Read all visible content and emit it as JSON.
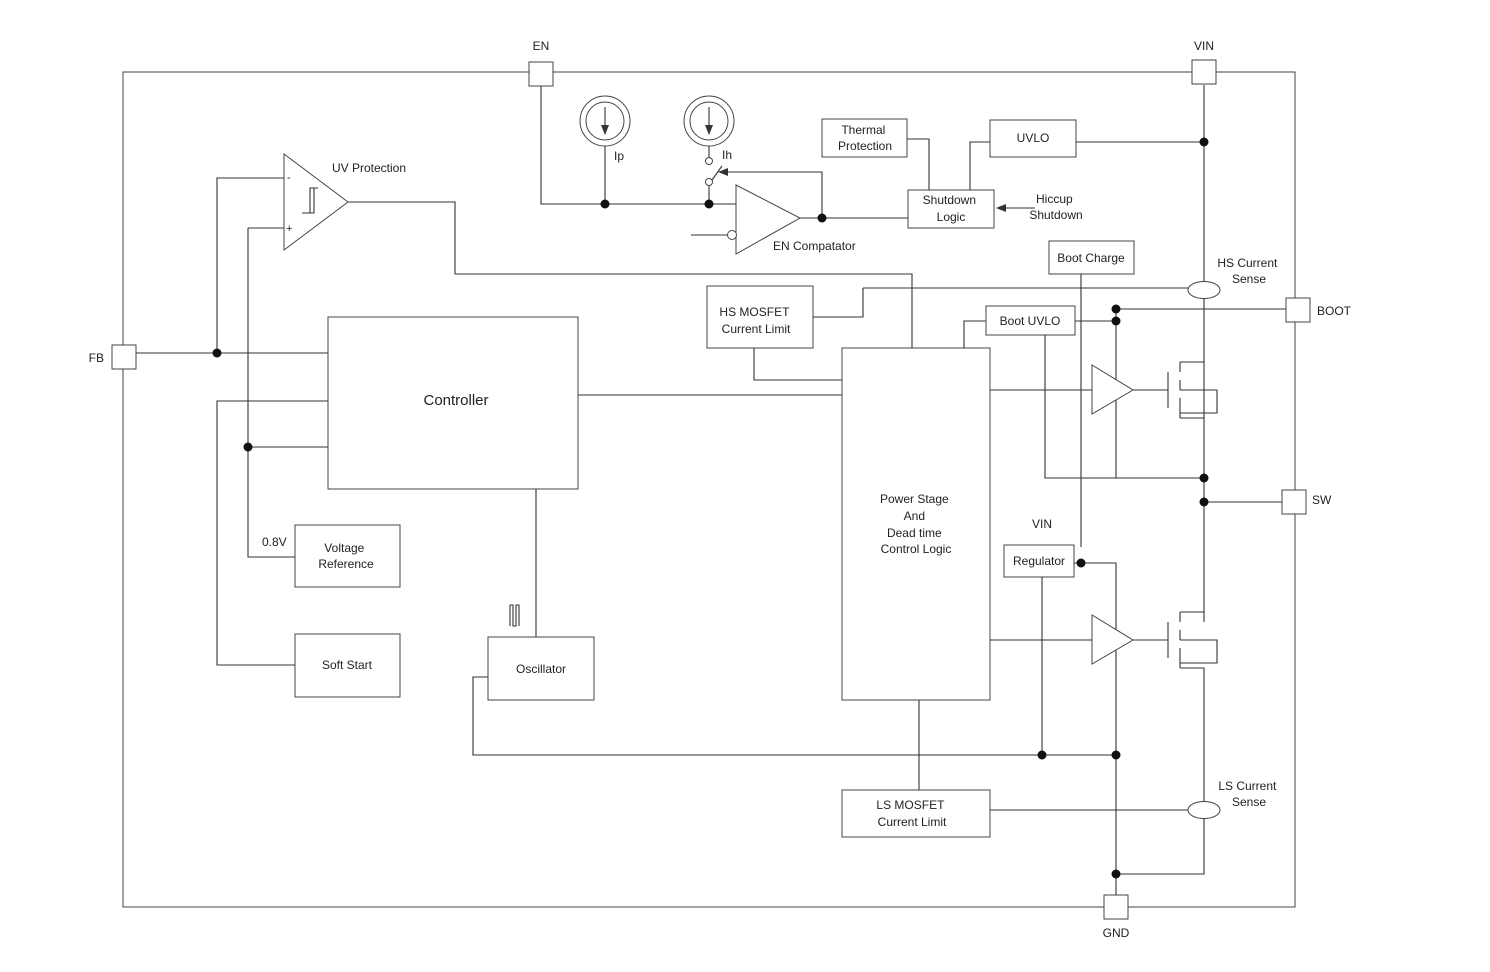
{
  "pins": {
    "en": "EN",
    "vin": "VIN",
    "fb": "FB",
    "boot": "BOOT",
    "sw": "SW",
    "gnd": "GND"
  },
  "blocks": {
    "controller": "Controller",
    "thermal_protection": [
      "Thermal",
      "Protection"
    ],
    "uvlo": "UVLO",
    "shutdown_logic": [
      "Shutdown",
      "Logic"
    ],
    "boot_charge": "Boot Charge",
    "boot_uvlo": "Boot UVLO",
    "hs_mosfet_current_limit": [
      "HS MOSFET",
      "Current Limit"
    ],
    "power_stage": [
      "Power Stage",
      "And",
      "Dead time",
      "Control Logic"
    ],
    "regulator": "Regulator",
    "voltage_reference": [
      "Voltage",
      "Reference"
    ],
    "soft_start": "Soft Start",
    "oscillator": "Oscillator",
    "ls_mosfet_current_limit": [
      "LS MOSFET",
      "Current Limit"
    ]
  },
  "labels": {
    "uv_protection": "UV Protection",
    "en_comparator": "EN Compatator",
    "ip": "Ip",
    "ih": "Ih",
    "hiccup_shutdown": [
      "Hiccup",
      "Shutdown"
    ],
    "hs_current_sense": [
      "HS Current",
      "Sense"
    ],
    "ls_current_sense": [
      "LS Current",
      "Sense"
    ],
    "regulator_vin": "VIN",
    "vref_value": "0.8V",
    "comp_minus": "-",
    "comp_plus": "+"
  }
}
